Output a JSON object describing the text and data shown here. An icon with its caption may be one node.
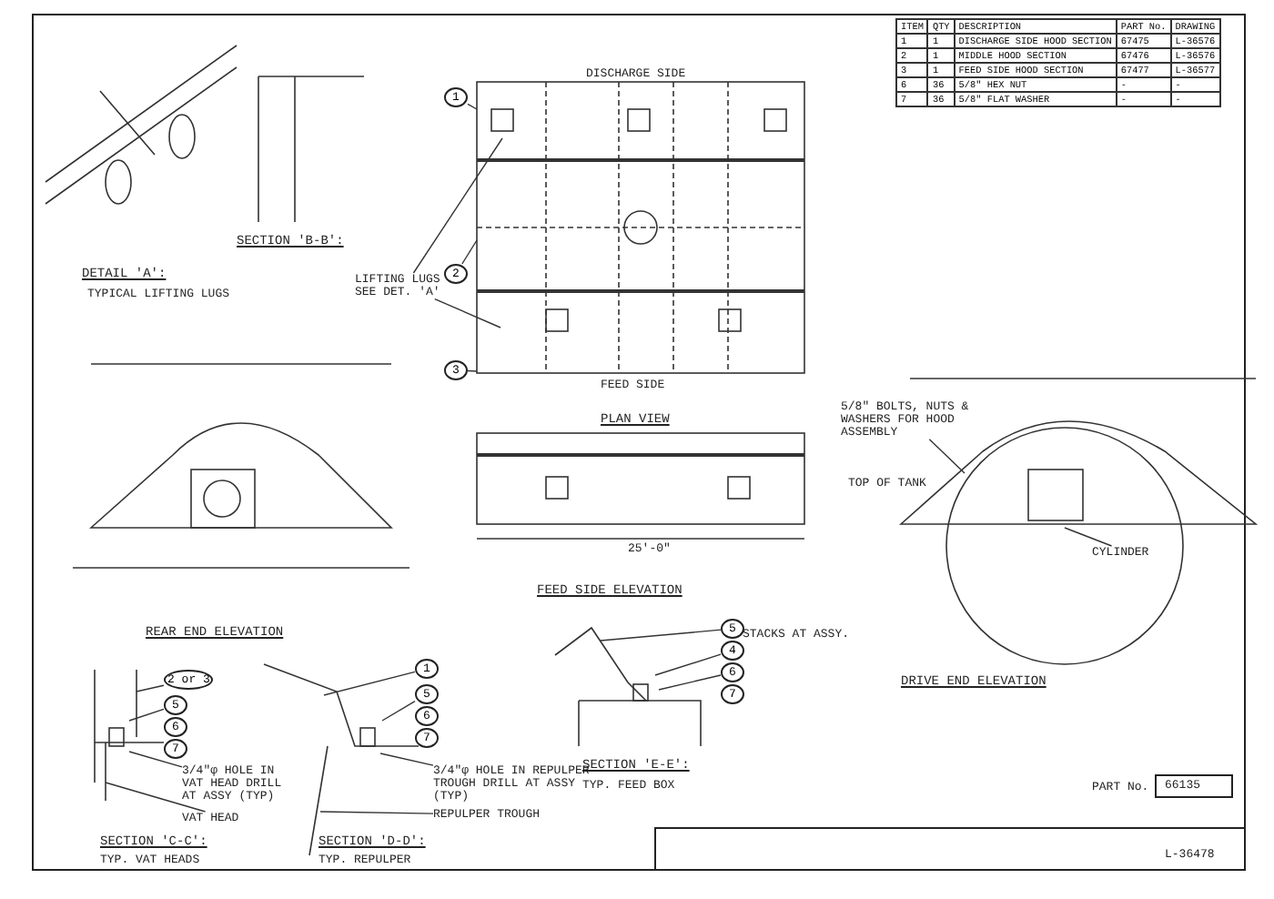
{
  "diagram": {
    "nodes": [
      {
        "text": [
          "1"
        ]
      },
      {
        "text": [
          "2"
        ]
      },
      {
        "text": [
          "3"
        ]
      },
      {
        "text": [
          "2 or 3"
        ]
      },
      {
        "text": [
          "5"
        ]
      },
      {
        "text": [
          "6"
        ]
      },
      {
        "text": [
          "7"
        ]
      },
      {
        "text": [
          "1"
        ]
      },
      {
        "text": [
          "5"
        ]
      },
      {
        "text": [
          "6"
        ]
      },
      {
        "text": [
          "7"
        ]
      },
      {
        "text": [
          "5"
        ]
      },
      {
        "text": [
          "4"
        ]
      },
      {
        "text": [
          "6"
        ]
      },
      {
        "text": [
          "7"
        ]
      },
      {
        "text": [
          "3/4\"φ HOLE IN VAT HEAD DRILL AT ASSY (TYP)"
        ]
      },
      {
        "text": [
          "VAT HEAD"
        ]
      },
      {
        "text": [
          "3/4\"φ HOLE IN REPULPER TROUGH DRILL AT ASSY (TYP)"
        ]
      },
      {
        "text": [
          "REPULPER TROUGH"
        ]
      },
      {
        "text": [
          "LIFTING LUGS SEE DET. 'A'"
        ]
      },
      {
        "text": [
          "CYLINDER"
        ]
      },
      {
        "text": [
          "5/8\" BOLTS, NUTS & WASHERS FOR HOOD ASSEMBLY"
        ]
      },
      {
        "text": [],
        "shape": "picture",
        "beside": [
          "DISCHARGE SIDE",
          "FEED SIDE"
        ]
      }
    ],
    "edges": [
      {
        "from": 0,
        "to": 22,
        "arrow": "none"
      },
      {
        "from": 1,
        "to": 22,
        "arrow": "none"
      },
      {
        "from": 2,
        "to": 22,
        "arrow": "none"
      },
      {
        "from": 3,
        "to": null,
        "arrow": "none"
      },
      {
        "from": 4,
        "to": null,
        "arrow": "none"
      },
      {
        "from": 7,
        "to": null,
        "arrow": "none"
      },
      {
        "from": 8,
        "to": null,
        "arrow": "none"
      },
      {
        "from": 11,
        "to": null,
        "arrow": "none"
      },
      {
        "from": 12,
        "to": null,
        "arrow": "none"
      },
      {
        "from": 13,
        "to": null,
        "arrow": "none"
      },
      {
        "from": 15,
        "to": null,
        "arrow": "none"
      },
      {
        "from": 16,
        "to": null,
        "arrow": "none"
      },
      {
        "from": 17,
        "to": null,
        "arrow": "none"
      },
      {
        "from": 18,
        "to": null,
        "arrow": "none"
      },
      {
        "from": 19,
        "to": 22,
        "arrow": "none"
      },
      {
        "from": 19,
        "to": 22,
        "arrow": "none"
      },
      {
        "from": 20,
        "to": null,
        "arrow": "none"
      },
      {
        "from": 21,
        "to": null,
        "arrow": "none"
      }
    ],
    "labels": [
      "PLAN VIEW",
      "25'-0\"",
      "DETAIL 'A':",
      "TYPICAL LIFTING LUGS",
      "SECTION 'B-B':",
      "REAR END ELEVATION",
      "FEED SIDE ELEVATION",
      "DRIVE END ELEVATION",
      "SECTION 'C-C':",
      "TYP. VAT HEADS",
      "SECTION 'D-D':",
      "TYP. REPULPER",
      "SECTION 'E-E':",
      "TYP. FEED BOX",
      "STACKS AT ASSY.",
      "TOP OF TANK",
      "PART No.",
      "66135",
      "L-36478",
      "ITEM",
      "QTY",
      "DESCRIPTION",
      "PART No.",
      "DRAWING",
      "1",
      "1",
      "DISCHARGE SIDE HOOD SECTION",
      "67475",
      "L-36576",
      "2",
      "1",
      "MIDDLE HOOD SECTION",
      "67476",
      "L-36576",
      "3",
      "1",
      "FEED SIDE HOOD SECTION",
      "67477",
      "L-36577",
      "6",
      "36",
      "5/8\" HEX NUT",
      "-",
      "-",
      "7",
      "36",
      "5/8\" FLAT WASHER",
      "-",
      "-"
    ]
  }
}
